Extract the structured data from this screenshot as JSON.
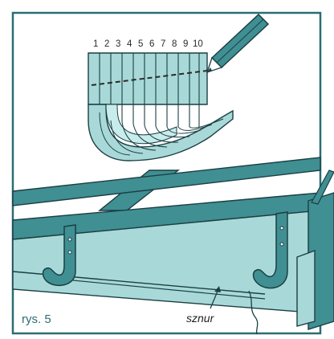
{
  "ruler_numbers": [
    "1",
    "2",
    "3",
    "4",
    "5",
    "6",
    "7",
    "8",
    "9",
    "10"
  ],
  "figure_label": "rys. 5",
  "cord_label": "sznur",
  "colors": {
    "frame": "#2b6d74",
    "fill_light": "#a8d9d8",
    "fill_dark": "#3f8f93",
    "line": "#1c3f43"
  },
  "icons": [
    "pencil-icon",
    "gutter-hook-icon"
  ]
}
